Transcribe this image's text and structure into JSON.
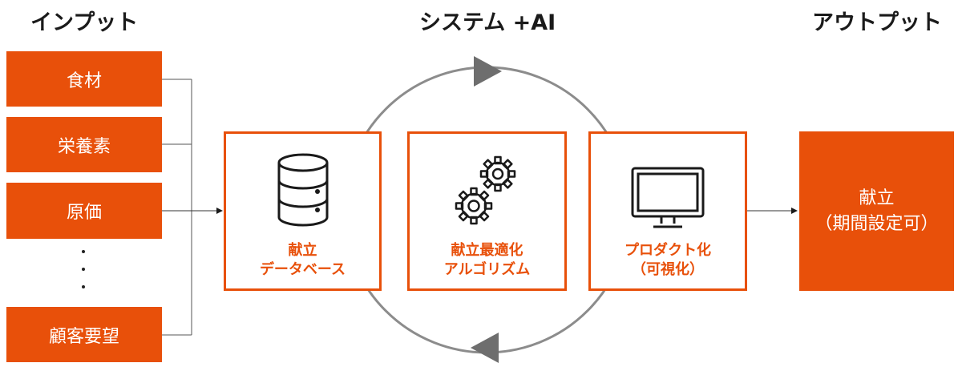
{
  "headers": {
    "input": "インプット",
    "system": "システム +AI",
    "output": "アウトプット"
  },
  "inputs": [
    "食材",
    "栄養素",
    "原価",
    "顧客要望"
  ],
  "ellipsis": [
    "・",
    "・",
    "・"
  ],
  "system_boxes": [
    {
      "icon": "database-icon",
      "lines": [
        "献立",
        "データベース"
      ]
    },
    {
      "icon": "gears-icon",
      "lines": [
        "献立最適化",
        "アルゴリズム"
      ]
    },
    {
      "icon": "monitor-icon",
      "lines": [
        "プロダクト化",
        "（可視化）"
      ]
    }
  ],
  "output": {
    "lines": [
      "献立",
      "（期間設定可）"
    ]
  },
  "colors": {
    "accent": "#e8500a",
    "line": "#808080",
    "arrow": "#1a1a1a"
  }
}
